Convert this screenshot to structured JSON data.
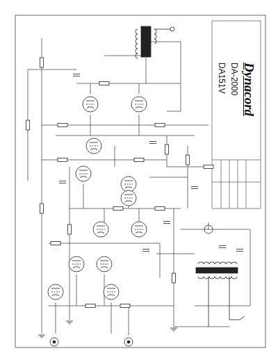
{
  "diagram": {
    "nodes": [
      {
        "text": [
          "Dynacord",
          "DA-2000",
          "DA151V"
        ]
      }
    ]
  }
}
